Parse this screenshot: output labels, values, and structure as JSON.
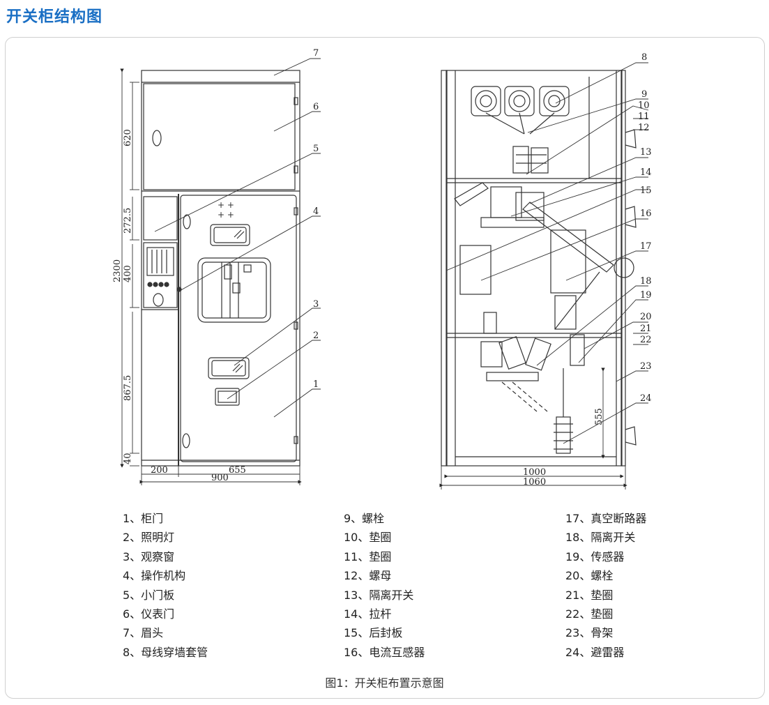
{
  "title": "开关柜结构图",
  "front_view": {
    "dims": {
      "top_section": "620",
      "middle_small": "272.5",
      "overall_height": "2300",
      "middle": "400",
      "lower": "867.5",
      "base": "40",
      "left_width": "200",
      "right_width": "655",
      "total_width": "900"
    },
    "callouts": [
      "7",
      "6",
      "5",
      "4",
      "3",
      "2",
      "1"
    ]
  },
  "side_view": {
    "dims": {
      "inner_width": "1000",
      "total_width": "1060",
      "arrester_height": "555"
    },
    "callouts": [
      "8",
      "9",
      "10",
      "11",
      "12",
      "13",
      "14",
      "15",
      "16",
      "17",
      "18",
      "19",
      "20",
      "21",
      "22",
      "23",
      "24"
    ]
  },
  "legend": [
    [
      "1、柜门",
      "2、照明灯",
      "3、观察窗",
      "4、操作机构",
      "5、小门板",
      "6、仪表门",
      "7、眉头",
      "8、母线穿墙套管"
    ],
    [
      "9、螺栓",
      "10、垫圈",
      "11、垫圈",
      "12、螺母",
      "13、隔离开关",
      "14、拉杆",
      "15、后封板",
      "16、电流互感器"
    ],
    [
      "17、真空断路器",
      "18、隔离开关",
      "19、传感器",
      "20、螺栓",
      "21、垫圈",
      "22、垫圈",
      "23、骨架",
      "24、避雷器"
    ]
  ],
  "caption": "图1：开关柜布置示意图"
}
